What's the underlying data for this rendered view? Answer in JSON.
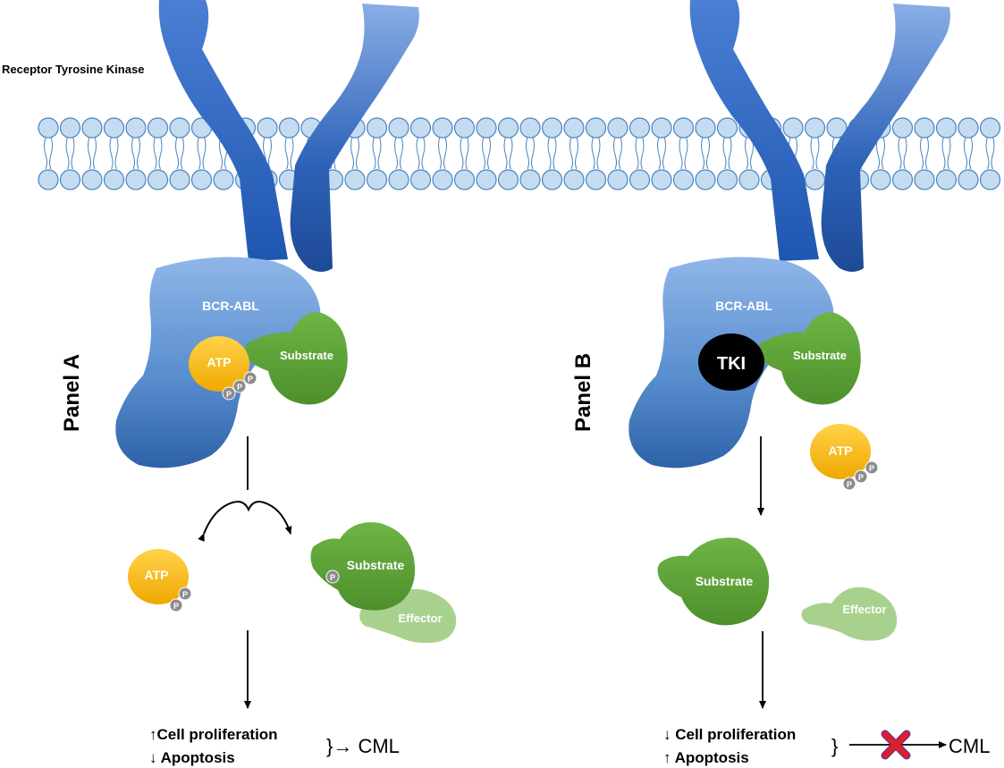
{
  "labels": {
    "receptor": "Receptor Tyrosine Kinase",
    "panel_a": "Panel A",
    "panel_b": "Panel B",
    "bcr_abl": "BCR-ABL",
    "atp": "ATP",
    "substrate": "Substrate",
    "effector": "Effector",
    "tki": "TKI",
    "phosphate": "P",
    "cml": "CML"
  },
  "panel_a_outcome": {
    "line1": "↑Cell proliferation",
    "line2": "↓ Apoptosis",
    "arrow": "}→ CML"
  },
  "panel_b_outcome": {
    "line1": "↓ Cell proliferation",
    "line2": "↑ Apoptosis",
    "brace": "}"
  },
  "colors": {
    "receptor_light": "#7ea6e0",
    "receptor_dark": "#2f5ea8",
    "membrane_fill": "#c5dcf0",
    "membrane_stroke": "#4a84c0",
    "bcr_abl": "#5b8fd0",
    "atp": "#f5b800",
    "substrate": "#5b9e35",
    "effector": "#a9d18e",
    "tki": "#000000",
    "phosphate": "#8c8c8c",
    "block_x": "#e02020"
  }
}
